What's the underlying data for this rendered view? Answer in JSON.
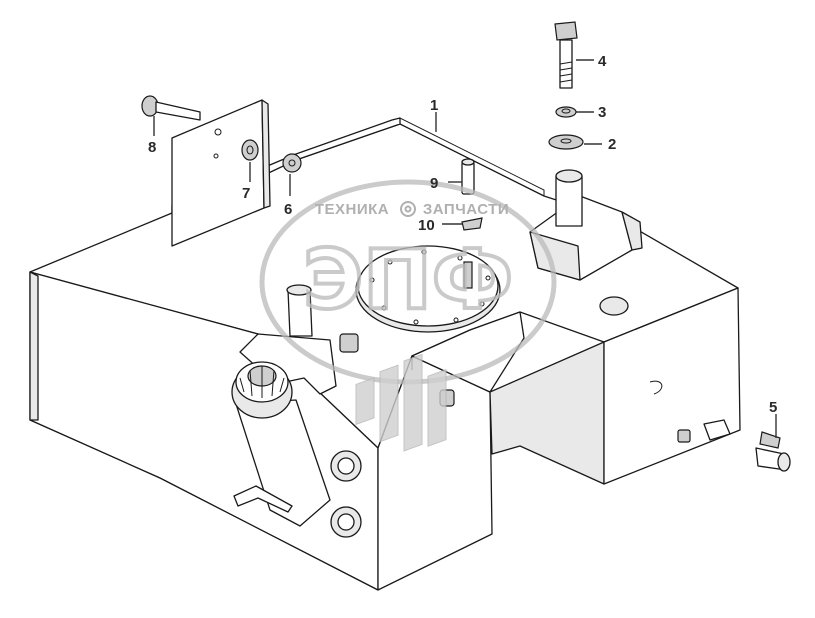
{
  "callouts": [
    {
      "id": "1",
      "label": "1"
    },
    {
      "id": "2",
      "label": "2"
    },
    {
      "id": "3",
      "label": "3"
    },
    {
      "id": "4",
      "label": "4"
    },
    {
      "id": "5",
      "label": "5"
    },
    {
      "id": "6",
      "label": "6"
    },
    {
      "id": "7",
      "label": "7"
    },
    {
      "id": "8",
      "label": "8"
    },
    {
      "id": "9",
      "label": "9"
    },
    {
      "id": "10",
      "label": "10"
    }
  ],
  "watermark": {
    "left_text": "ТЕХНИКА",
    "right_text": "ЗАПЧАСТИ",
    "logo_letters": "ЭПФ"
  }
}
